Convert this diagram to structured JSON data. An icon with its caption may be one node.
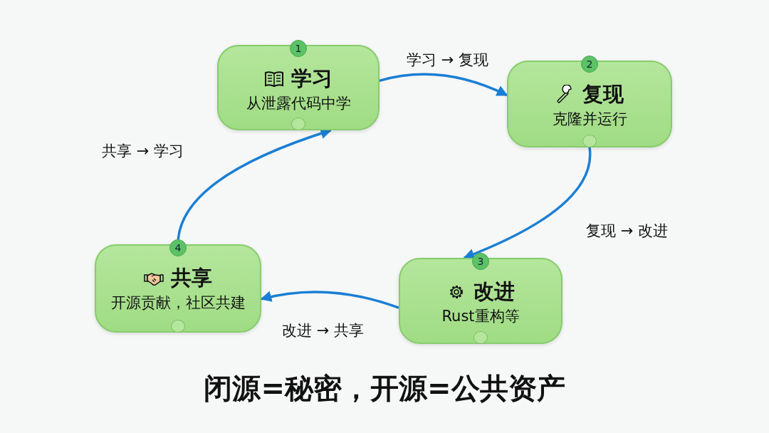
{
  "diagram": {
    "caption": "闭源=秘密，开源=公共资产",
    "nodes": [
      {
        "text": [
          "1",
          "学习",
          "从泄露代码中学"
        ]
      },
      {
        "text": [
          "2",
          "复现",
          "克隆并运行"
        ]
      },
      {
        "text": [
          "3",
          "改进",
          "Rust重构等"
        ]
      },
      {
        "text": [
          "4",
          "共享",
          "开源贡献，社区共建"
        ]
      }
    ],
    "edges": [
      {
        "from": 0,
        "to": 1,
        "arrow": "to",
        "label": "学习 → 复现"
      },
      {
        "from": 1,
        "to": 2,
        "arrow": "to",
        "label": "复现 → 改进"
      },
      {
        "from": 2,
        "to": 3,
        "arrow": "to",
        "label": "改进 → 共享"
      },
      {
        "from": 3,
        "to": 0,
        "arrow": "to",
        "label": "共享 → 学习"
      }
    ]
  }
}
